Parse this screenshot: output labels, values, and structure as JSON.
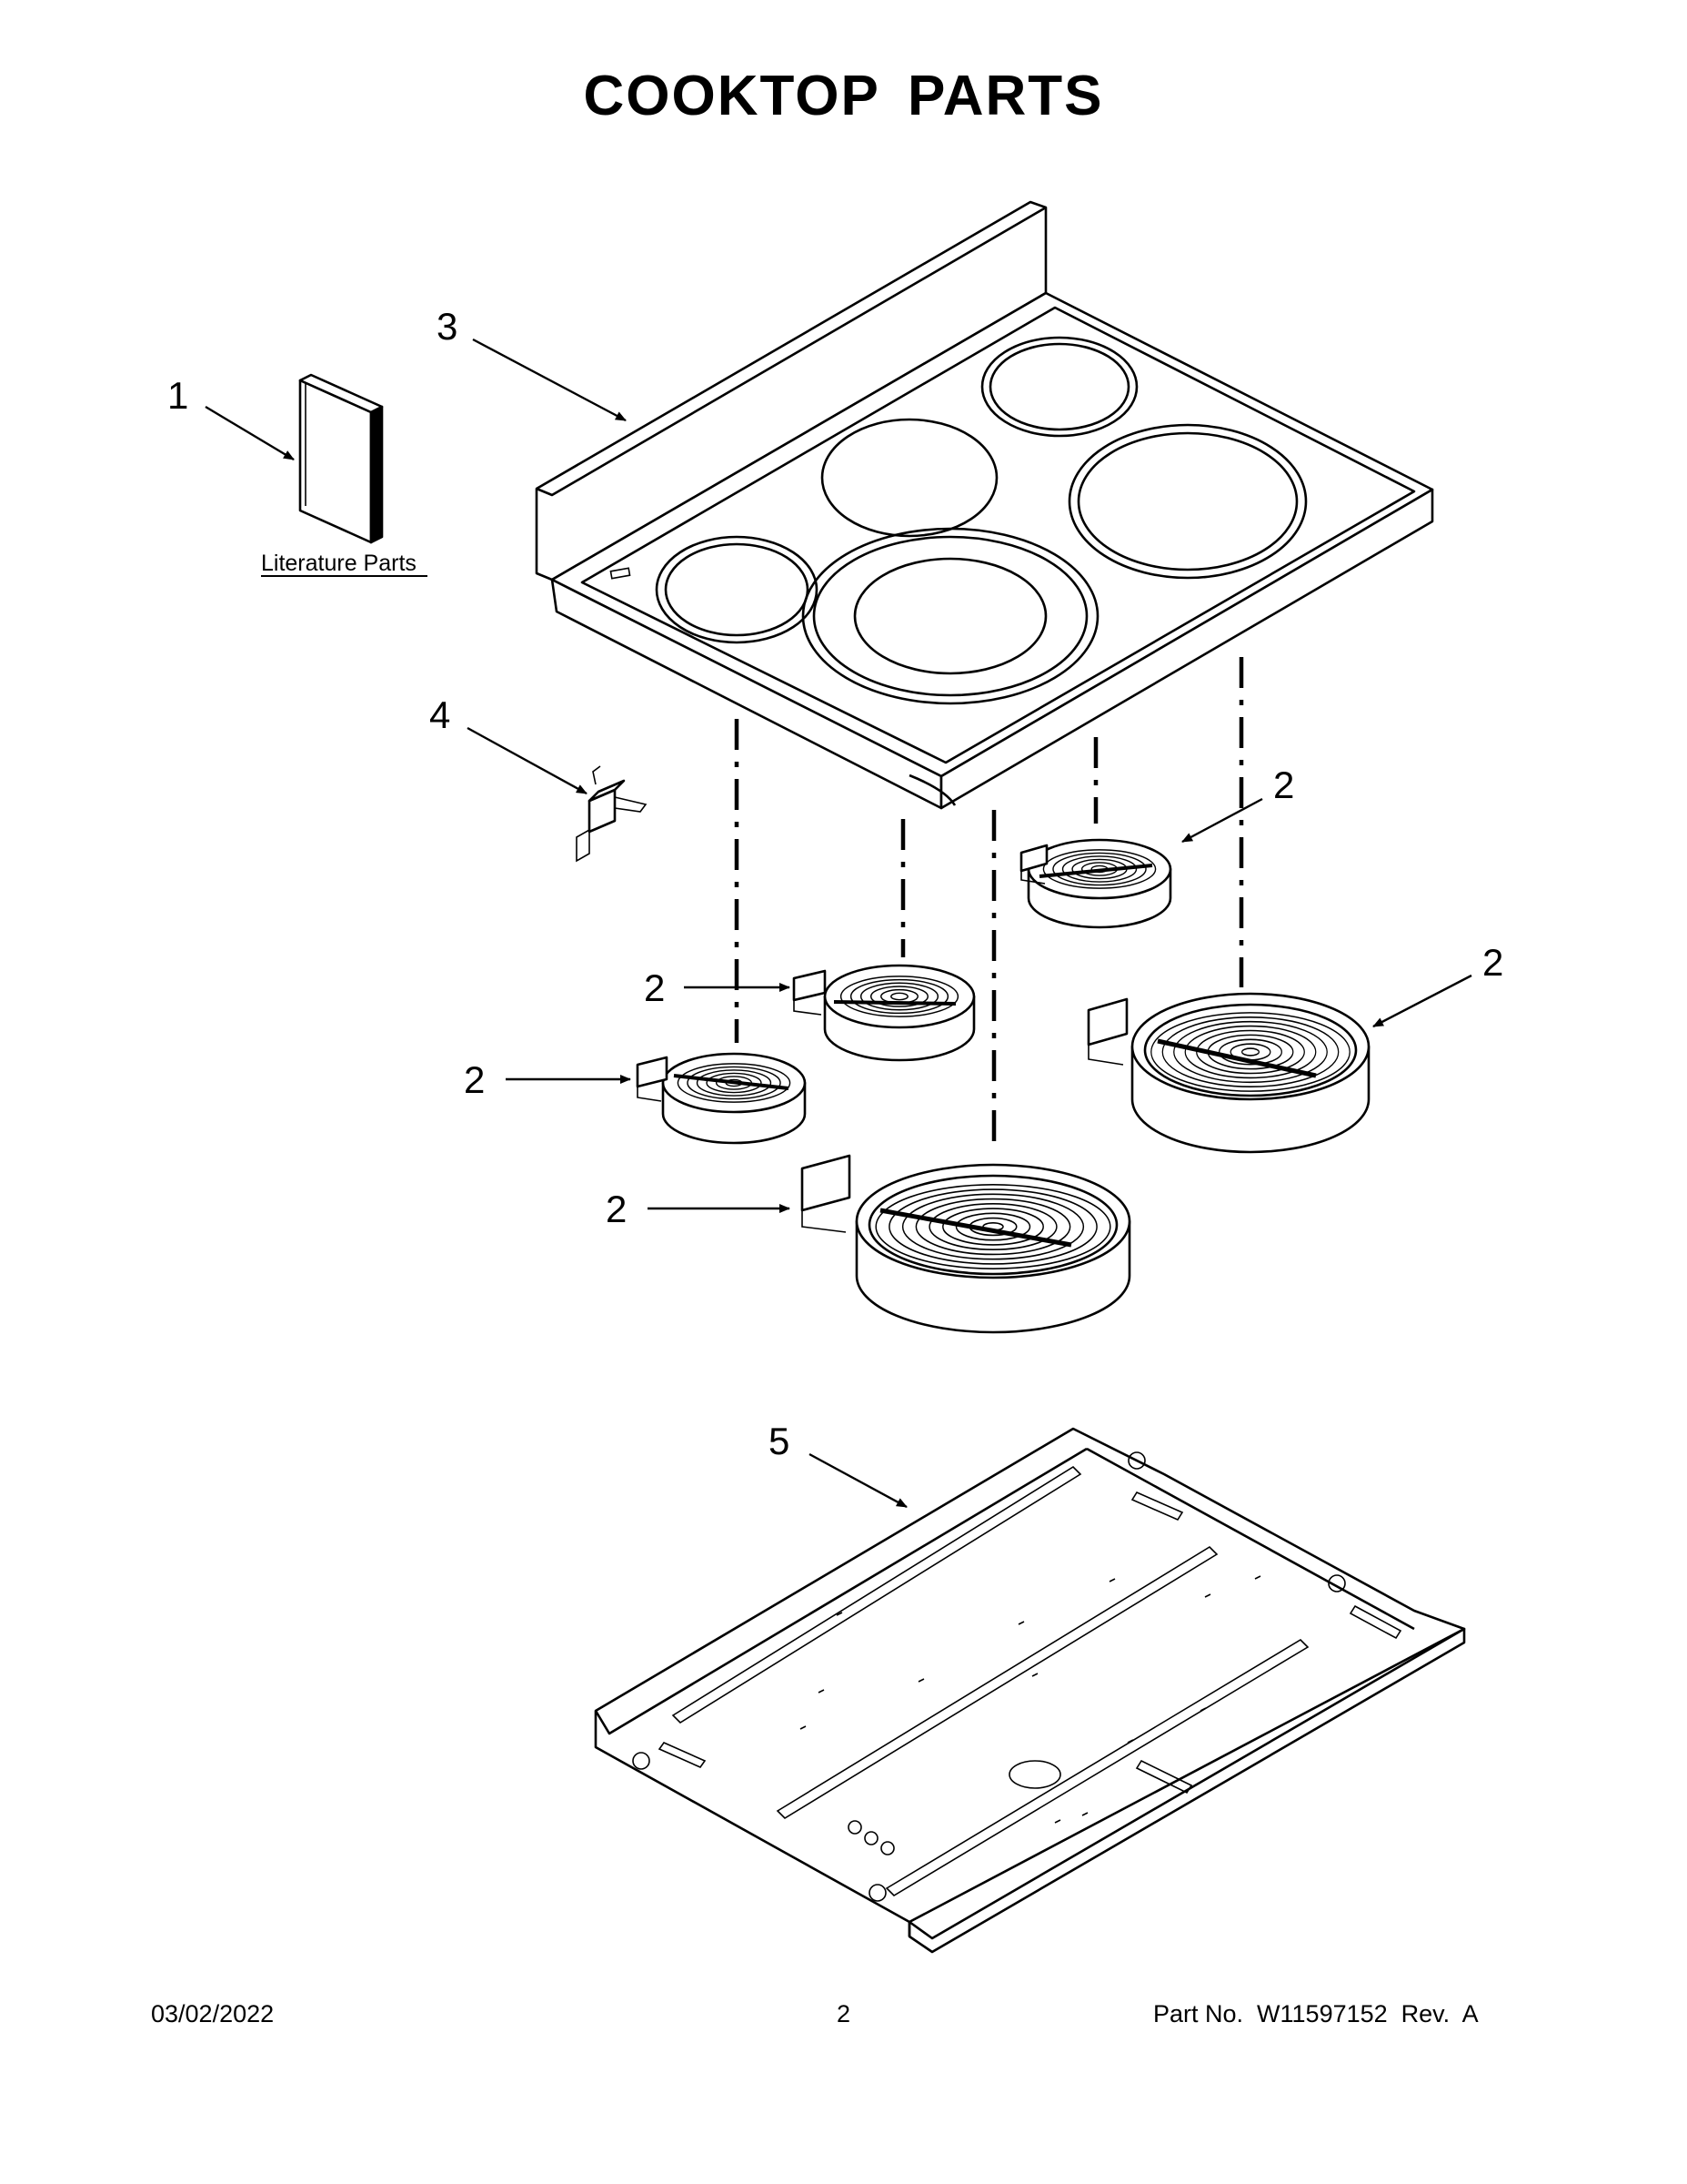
{
  "page": {
    "title": "COOKTOP PARTS",
    "footer": {
      "date": "03/02/2022",
      "page_number": "2",
      "part_number": "Part No.  W11597152  Rev.  A"
    }
  },
  "diagram": {
    "literature_label": "Literature Parts",
    "callouts": {
      "literature": "1",
      "element_right_small": "2",
      "element_right_large": "2",
      "element_middle": "2",
      "element_left_small": "2",
      "element_front_large": "2",
      "cooktop": "3",
      "switch": "4",
      "heat_shield": "5"
    },
    "icons": [
      "literature-icon",
      "cooktop-icon",
      "surface-element-icon",
      "switch-icon",
      "heat-shield-icon"
    ]
  }
}
